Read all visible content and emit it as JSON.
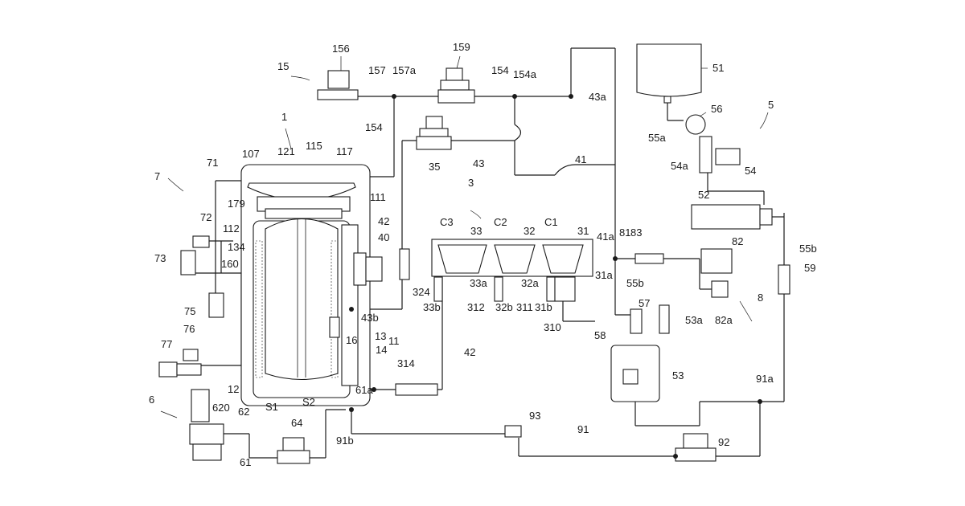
{
  "labels": {
    "l15": "15",
    "l156": "156",
    "l157": "157",
    "l157a": "157a",
    "l159": "159",
    "l154": "154",
    "l154a": "154a",
    "l43a": "43a",
    "l154b": "154",
    "l35": "35",
    "l43": "43",
    "l51": "51",
    "l56": "56",
    "l55a": "55a",
    "l5": "5",
    "l54a": "54a",
    "l54": "54",
    "l1": "1",
    "l107": "107",
    "l121": "121",
    "l115": "115",
    "l117": "117",
    "l71": "71",
    "l7": "7",
    "l179": "179",
    "l111": "111",
    "l42a": "42",
    "l40": "40",
    "l112": "112",
    "l72": "72",
    "l134": "134",
    "l73": "73",
    "l160": "160",
    "l75": "75",
    "l76": "76",
    "l77": "77",
    "l3": "3",
    "l41": "41",
    "l52": "52",
    "lC3": "C3",
    "lC2": "C2",
    "lC1": "C1",
    "l33": "33",
    "l32": "32",
    "l31": "31",
    "l33a": "33a",
    "l32a": "32a",
    "l31a": "31a",
    "l324": "324",
    "l33b": "33b",
    "l312": "312",
    "l32b": "32b",
    "l311": "311",
    "l31b": "31b",
    "l310": "310",
    "l41a": "41a",
    "l81": "81",
    "l83": "83",
    "l82": "82",
    "l55b": "55b",
    "l59": "59",
    "l55b2": "55b",
    "l8": "8",
    "l82a": "82a",
    "l57": "57",
    "l53a": "53a",
    "l58": "58",
    "l53": "53",
    "l43b": "43b",
    "l13": "13",
    "l11": "11",
    "l14": "14",
    "l16": "16",
    "l42b": "42",
    "l12": "12",
    "l314": "314",
    "l61a": "61a",
    "l91a": "91a",
    "l6": "6",
    "l620": "620",
    "l62": "62",
    "lS1": "S1",
    "lS2": "S2",
    "l64": "64",
    "l93": "93",
    "l91b": "91b",
    "l91": "91",
    "l92": "92",
    "l61": "61"
  }
}
